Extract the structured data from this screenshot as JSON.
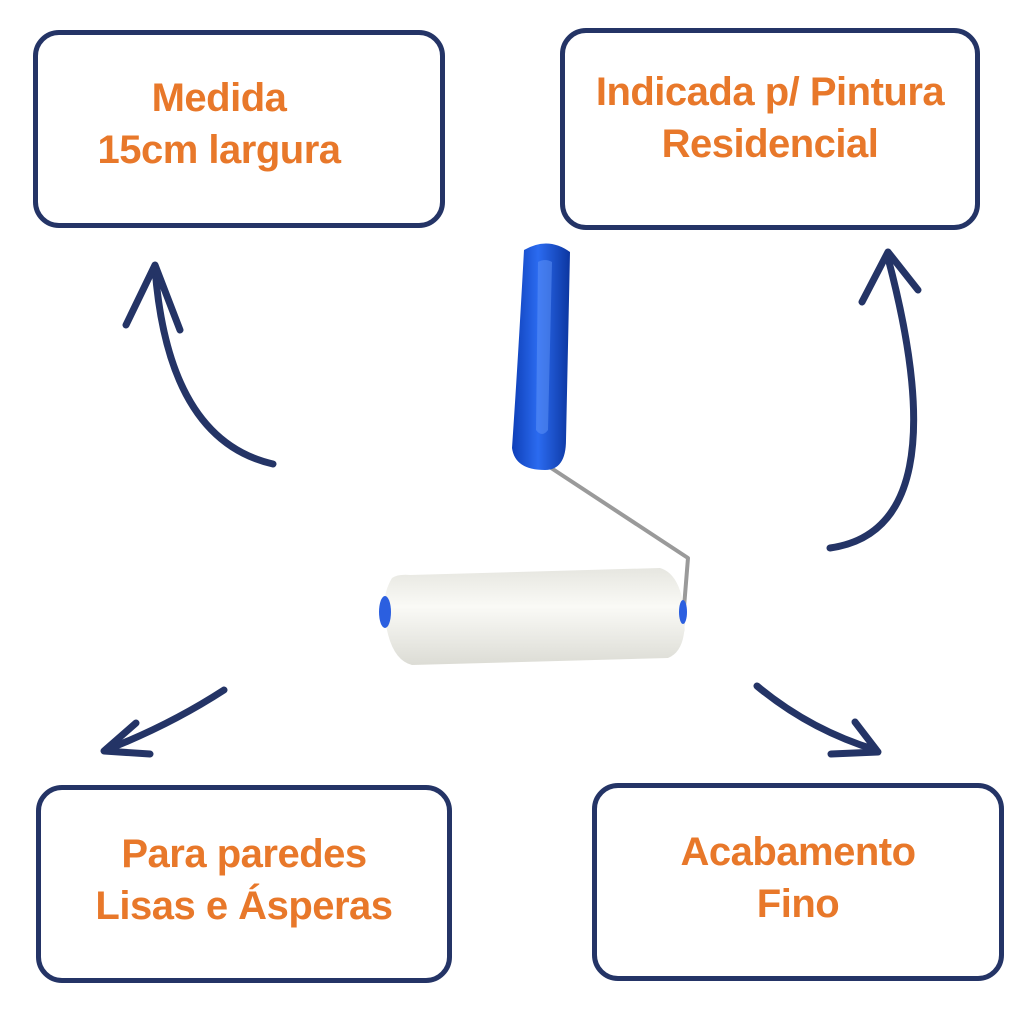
{
  "boxes": {
    "top_left": {
      "line1": "Medida",
      "line2": "15cm largura"
    },
    "top_right": {
      "line1": "Indicada p/ Pintura",
      "line2": "Residencial"
    },
    "bottom_left": {
      "line1": "Para paredes",
      "line2": "Lisas e Ásperas"
    },
    "bottom_right": {
      "line1": "Acabamento",
      "line2": "Fino"
    }
  },
  "colors": {
    "text_accent": "#e8782a",
    "border_navy": "#243466",
    "handle_blue": "#1f5fe0",
    "roller_white": "#f2f2ee"
  },
  "icons": [
    "paint-roller-icon",
    "curved-arrow-icon"
  ]
}
